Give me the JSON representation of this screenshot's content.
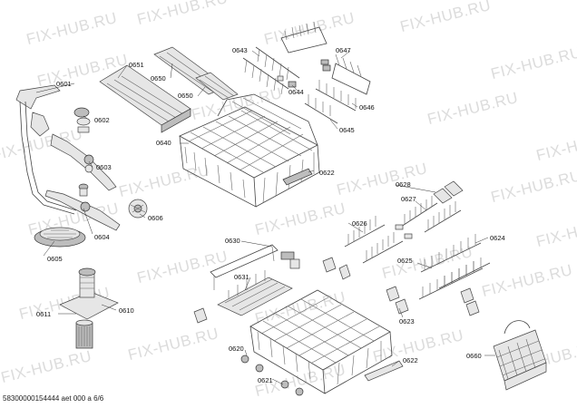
{
  "watermark": "FIX-HUB.RU",
  "footer": "58300000154444 aet 000 a 6/6",
  "labels": [
    {
      "id": "0601",
      "text": "0601"
    },
    {
      "id": "0602",
      "text": "0602"
    },
    {
      "id": "0603",
      "text": "0603"
    },
    {
      "id": "0604",
      "text": "0604"
    },
    {
      "id": "0605",
      "text": "0605"
    },
    {
      "id": "0606",
      "text": "0606"
    },
    {
      "id": "0610",
      "text": "0610"
    },
    {
      "id": "0611",
      "text": "0611"
    },
    {
      "id": "0620",
      "text": "0620"
    },
    {
      "id": "0621",
      "text": "0621"
    },
    {
      "id": "0622a",
      "text": "0622"
    },
    {
      "id": "0622b",
      "text": "0622"
    },
    {
      "id": "0623",
      "text": "0623"
    },
    {
      "id": "0624",
      "text": "0624"
    },
    {
      "id": "0625",
      "text": "0625"
    },
    {
      "id": "0626",
      "text": "0626"
    },
    {
      "id": "0627",
      "text": "0627"
    },
    {
      "id": "0628",
      "text": "0628"
    },
    {
      "id": "0630",
      "text": "0630"
    },
    {
      "id": "0631",
      "text": "0631"
    },
    {
      "id": "0640",
      "text": "0640"
    },
    {
      "id": "0643",
      "text": "0643"
    },
    {
      "id": "0644",
      "text": "0644"
    },
    {
      "id": "0645",
      "text": "0645"
    },
    {
      "id": "0646",
      "text": "0646"
    },
    {
      "id": "0647",
      "text": "0647"
    },
    {
      "id": "0650a",
      "text": "0650"
    },
    {
      "id": "0650b",
      "text": "0650"
    },
    {
      "id": "0651",
      "text": "0651"
    },
    {
      "id": "0660",
      "text": "0660"
    }
  ]
}
